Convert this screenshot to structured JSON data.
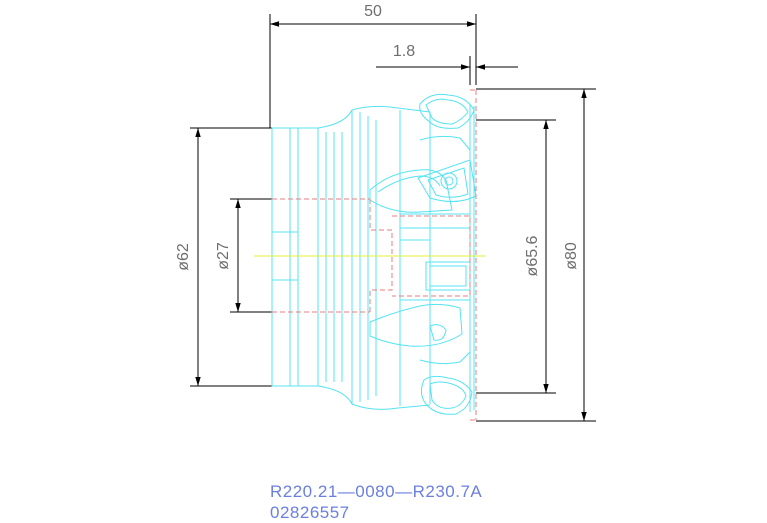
{
  "drawing": {
    "dimensions": {
      "overall_length": "50",
      "offset": "1.8",
      "bore_diameter": "ø62",
      "hole_diameter": "ø27",
      "cutting_diameter_inner": "ø65.6",
      "cutting_diameter_outer": "ø80"
    },
    "caption": {
      "part_number": "R220.21—0080—R230.7A",
      "order_code": "02826557"
    },
    "colors": {
      "body": "#55e3f3",
      "dimension": "#000000",
      "hidden": "#e87d7d",
      "centerline": "#e6ef3a",
      "caption": "#6b7fe0"
    }
  }
}
